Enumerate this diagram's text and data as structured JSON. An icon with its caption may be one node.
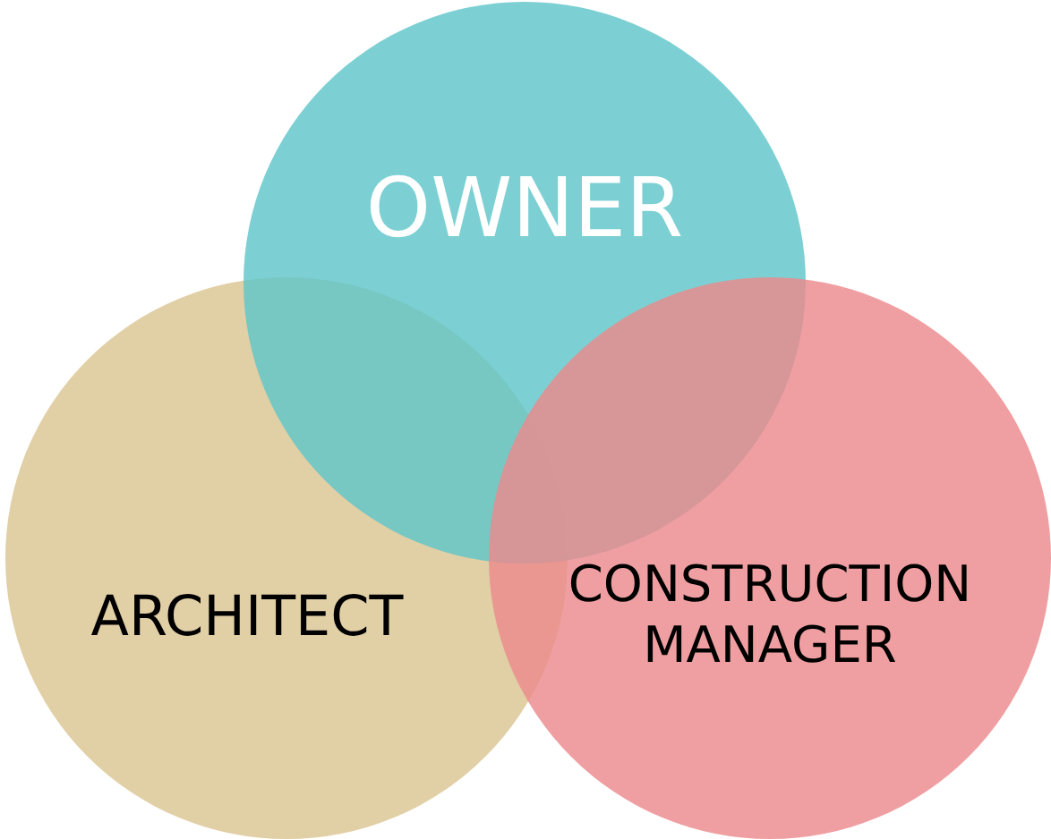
{
  "diagram": {
    "nodes": [
      {
        "text": [
          "OWNER"
        ]
      },
      {
        "text": [
          "ARCHITECT"
        ]
      },
      {
        "text": [
          "CONSTRUCTION MANAGER"
        ]
      }
    ]
  }
}
